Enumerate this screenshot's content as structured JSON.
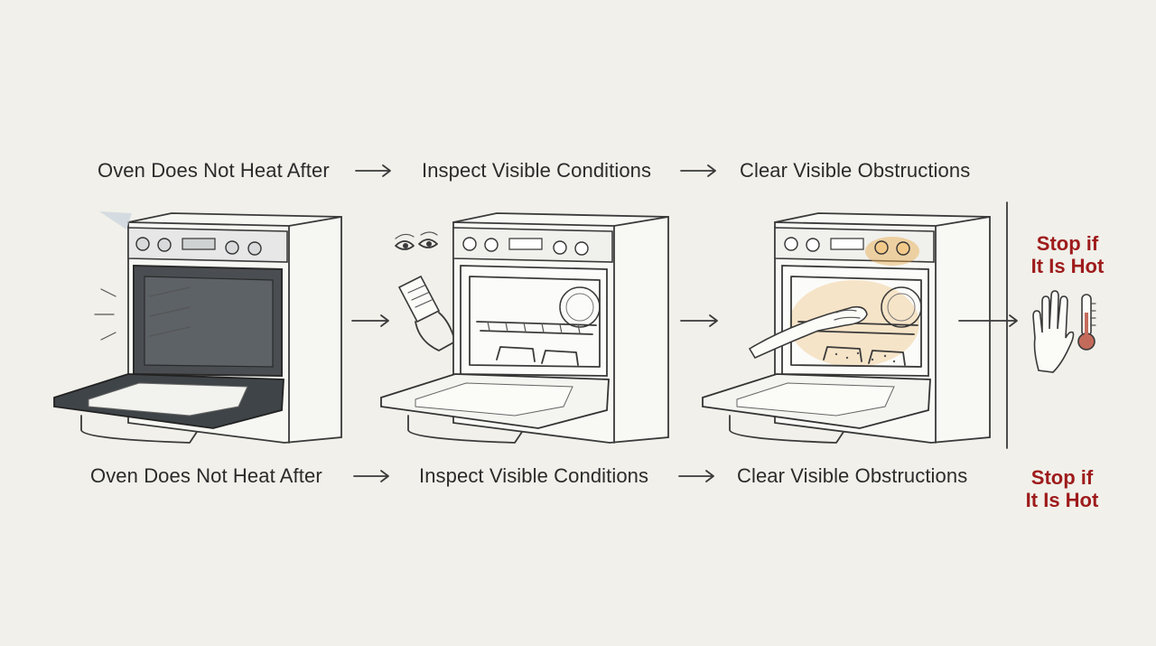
{
  "steps": [
    {
      "label": "Oven Does Not Heat After"
    },
    {
      "label": "Inspect Visible Conditions"
    },
    {
      "label": "Clear Visible Obstructions"
    }
  ],
  "warning": {
    "line1": "Stop if",
    "line2": "It Is Hot"
  },
  "bottom_steps": [
    {
      "label": "Oven Does Not Heat After"
    },
    {
      "label": "Inspect Visible Conditions"
    },
    {
      "label": "Clear Visible Obstructions"
    }
  ],
  "bottom_warning": {
    "line1": "Stop if",
    "line2": "It Is Hot"
  },
  "colors": {
    "warning": "#9e1b1b",
    "highlight": "#e9a94a",
    "text": "#2b2b2b"
  },
  "icons": [
    "eyes-icon",
    "notepad-icon",
    "hand-wipe-icon",
    "stop-hand-icon",
    "thermometer-icon"
  ]
}
